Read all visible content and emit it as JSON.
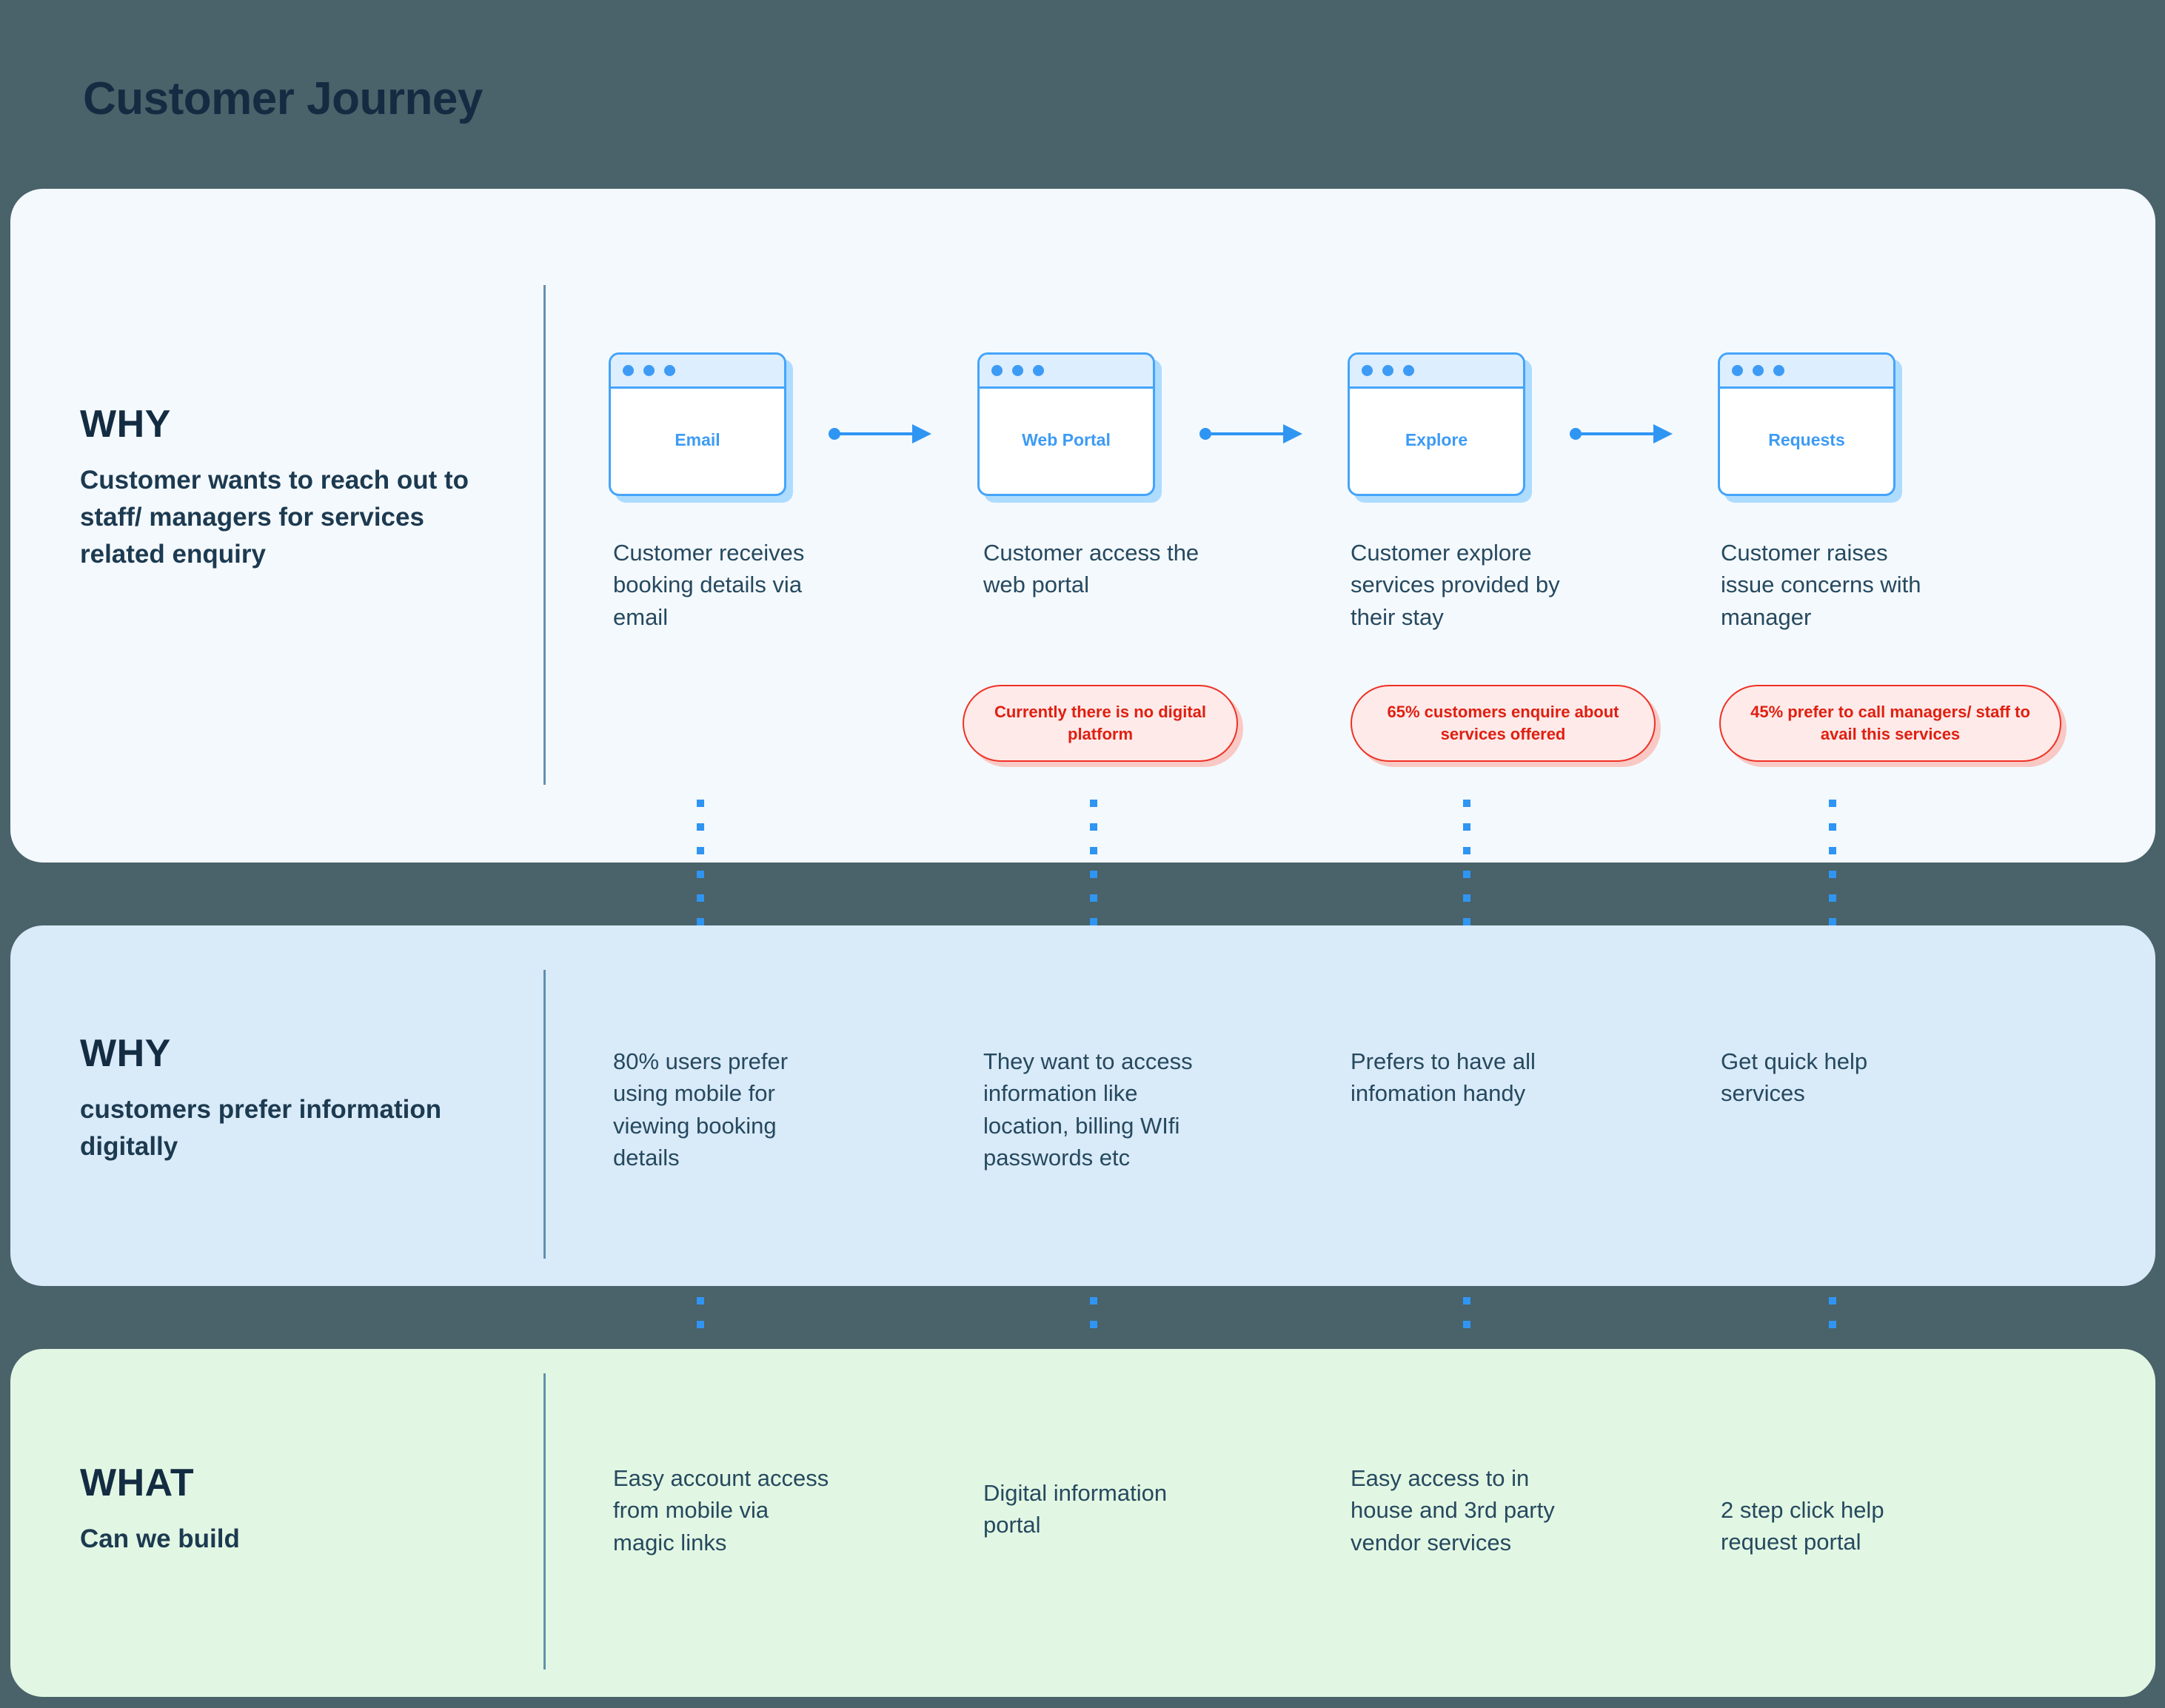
{
  "title": "Customer Journey",
  "colors": {
    "page_bg": "#4a6269",
    "panel_why1_bg": "#f4f9fd",
    "panel_why2_bg": "#d9eaf8",
    "panel_what_bg": "#e2f7e3",
    "title_text": "#132c42",
    "body_text": "#26495f",
    "accent_blue": "#2f95f3",
    "callout_red": "#e01f10",
    "callout_red_bg": "#fdeae9"
  },
  "sections": [
    {
      "heading": "WHY",
      "subtitle": "Customer wants to reach out to staff/ managers for services related enquiry"
    },
    {
      "heading": "WHY",
      "subtitle": "customers prefer information digitally"
    },
    {
      "heading": "WHAT",
      "subtitle": "Can we build"
    }
  ],
  "steps": [
    {
      "window_label": "Email",
      "description": "Customer receives booking details via email",
      "callout": null
    },
    {
      "window_label": "Web Portal",
      "description": "Customer access the web portal",
      "callout": "Currently there is no digital platform"
    },
    {
      "window_label": "Explore",
      "description": "Customer explore services provided by their stay",
      "callout": "65% customers enquire about services offered"
    },
    {
      "window_label": "Requests",
      "description": "Customer raises issue concerns with manager",
      "callout": "45% prefer to call managers/ staff to avail this services"
    }
  ],
  "why_reasons": [
    "80% users prefer using mobile for viewing booking details",
    "They want to access information like location, billing WIfi passwords etc",
    "Prefers to have all infomation handy",
    "Get quick help services"
  ],
  "what_solutions": [
    "Easy account access from mobile via magic links",
    "Digital information portal",
    "Easy access to in house and 3rd party vendor services",
    "2 step click help request portal"
  ]
}
